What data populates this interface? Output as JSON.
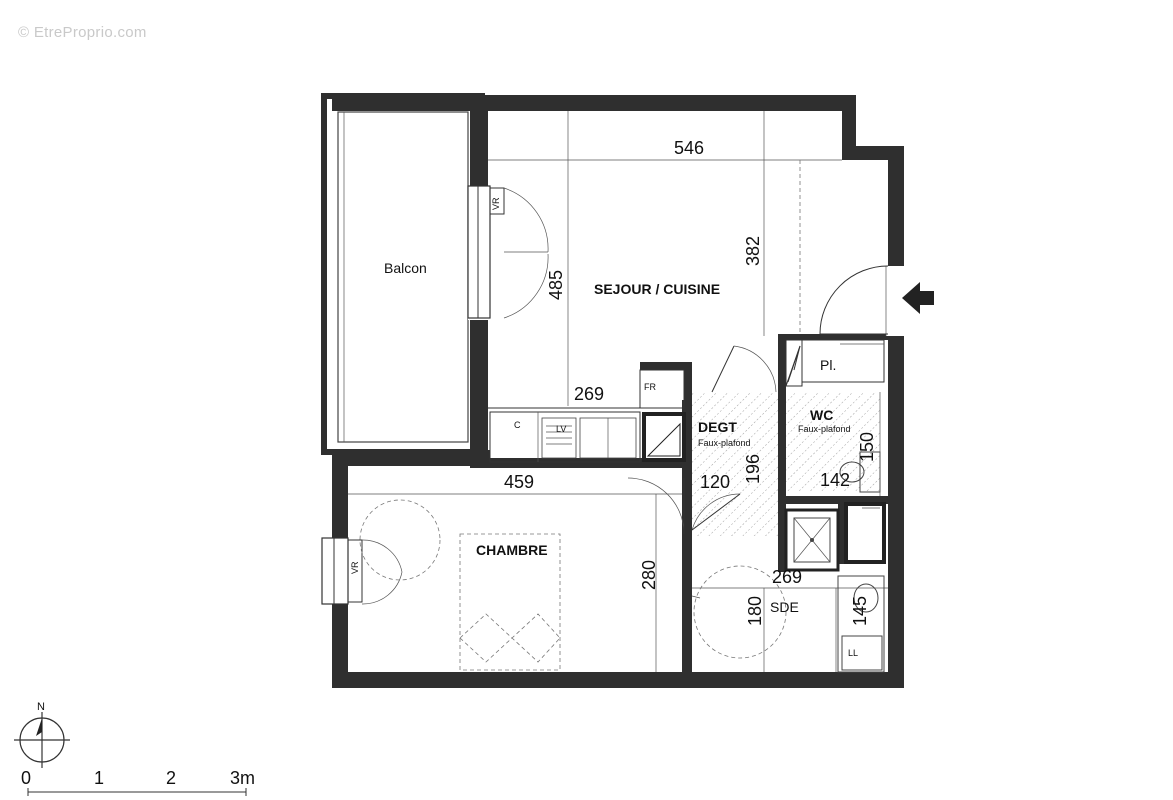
{
  "watermark": "© EtreProprio.com",
  "rooms": {
    "balcon": "Balcon",
    "sejour": "SEJOUR / CUISINE",
    "chambre": "CHAMBRE",
    "degt": "DEGT",
    "degt_sub": "Faux-plafond",
    "wc": "WC",
    "wc_sub": "Faux-plafond",
    "sde": "SDE",
    "placard": "Pl."
  },
  "fixtures": {
    "vr_top": "VR",
    "vr_bottom": "VR",
    "fridge": "FR",
    "cabinet": "C",
    "dishwasher": "LV",
    "washer": "LL"
  },
  "dimensions": {
    "sejour_width": "546",
    "sejour_depth": "382",
    "balcony_opening": "485",
    "kitchen_width": "269",
    "chambre_width": "459",
    "chambre_depth": "280",
    "degt_width": "120",
    "degt_depth": "196",
    "wc_depth": "150",
    "wc_width": "142",
    "sde_width": "269",
    "sde_depth": "180",
    "sde_small": "145"
  },
  "compass": {
    "north": "N"
  },
  "scale": {
    "ticks": [
      "0",
      "1",
      "2",
      "3m"
    ]
  }
}
